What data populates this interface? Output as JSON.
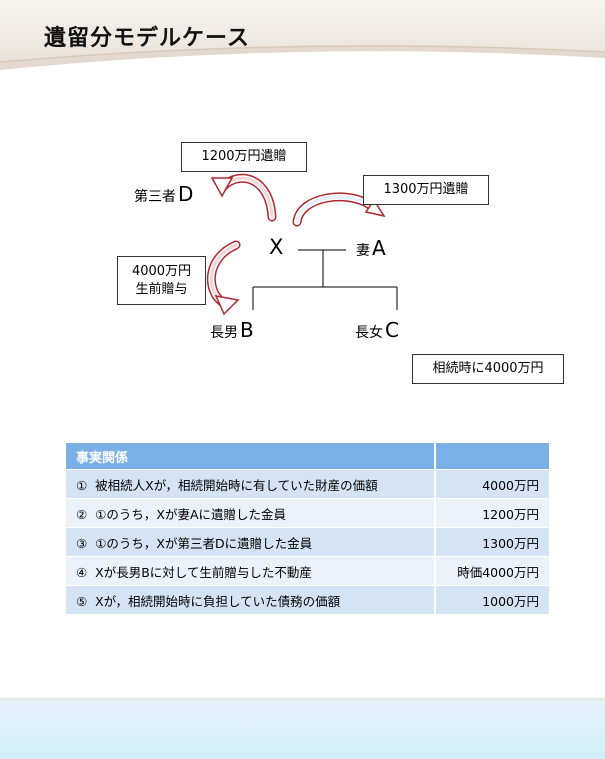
{
  "title": "遺留分モデルケース",
  "diagram": {
    "x_label": "X",
    "spouse": {
      "label": "妻",
      "letter": "A"
    },
    "third_party": {
      "label": "第三者",
      "letter": "D"
    },
    "son": {
      "label": "長男",
      "letter": "B"
    },
    "daughter": {
      "label": "長女",
      "letter": "C"
    },
    "gift_d": "1200万円遺贈",
    "gift_a": "1300万円遺贈",
    "gift_b_line1": "4000万円",
    "gift_b_line2": "生前贈与",
    "inheritance": "相続時に4000万円",
    "arrow_color": "#b0272f"
  },
  "table": {
    "header": "事実関係",
    "header_color": "#7ab0e6",
    "rows": [
      {
        "no": "①",
        "text": "被相続人Xが，相続開始時に有していた財産の価額",
        "amount": "4000万円"
      },
      {
        "no": "②",
        "text": "①のうち，Xが妻Aに遺贈した金員",
        "amount": "1200万円"
      },
      {
        "no": "③",
        "text": "①のうち，Xが第三者Dに遺贈した金員",
        "amount": "1300万円"
      },
      {
        "no": "④",
        "text": "Xが長男Bに対して生前贈与した不動産",
        "amount": "時価4000万円"
      },
      {
        "no": "⑤",
        "text": "Xが，相続開始時に負担していた債務の価額",
        "amount": "1000万円"
      }
    ]
  }
}
